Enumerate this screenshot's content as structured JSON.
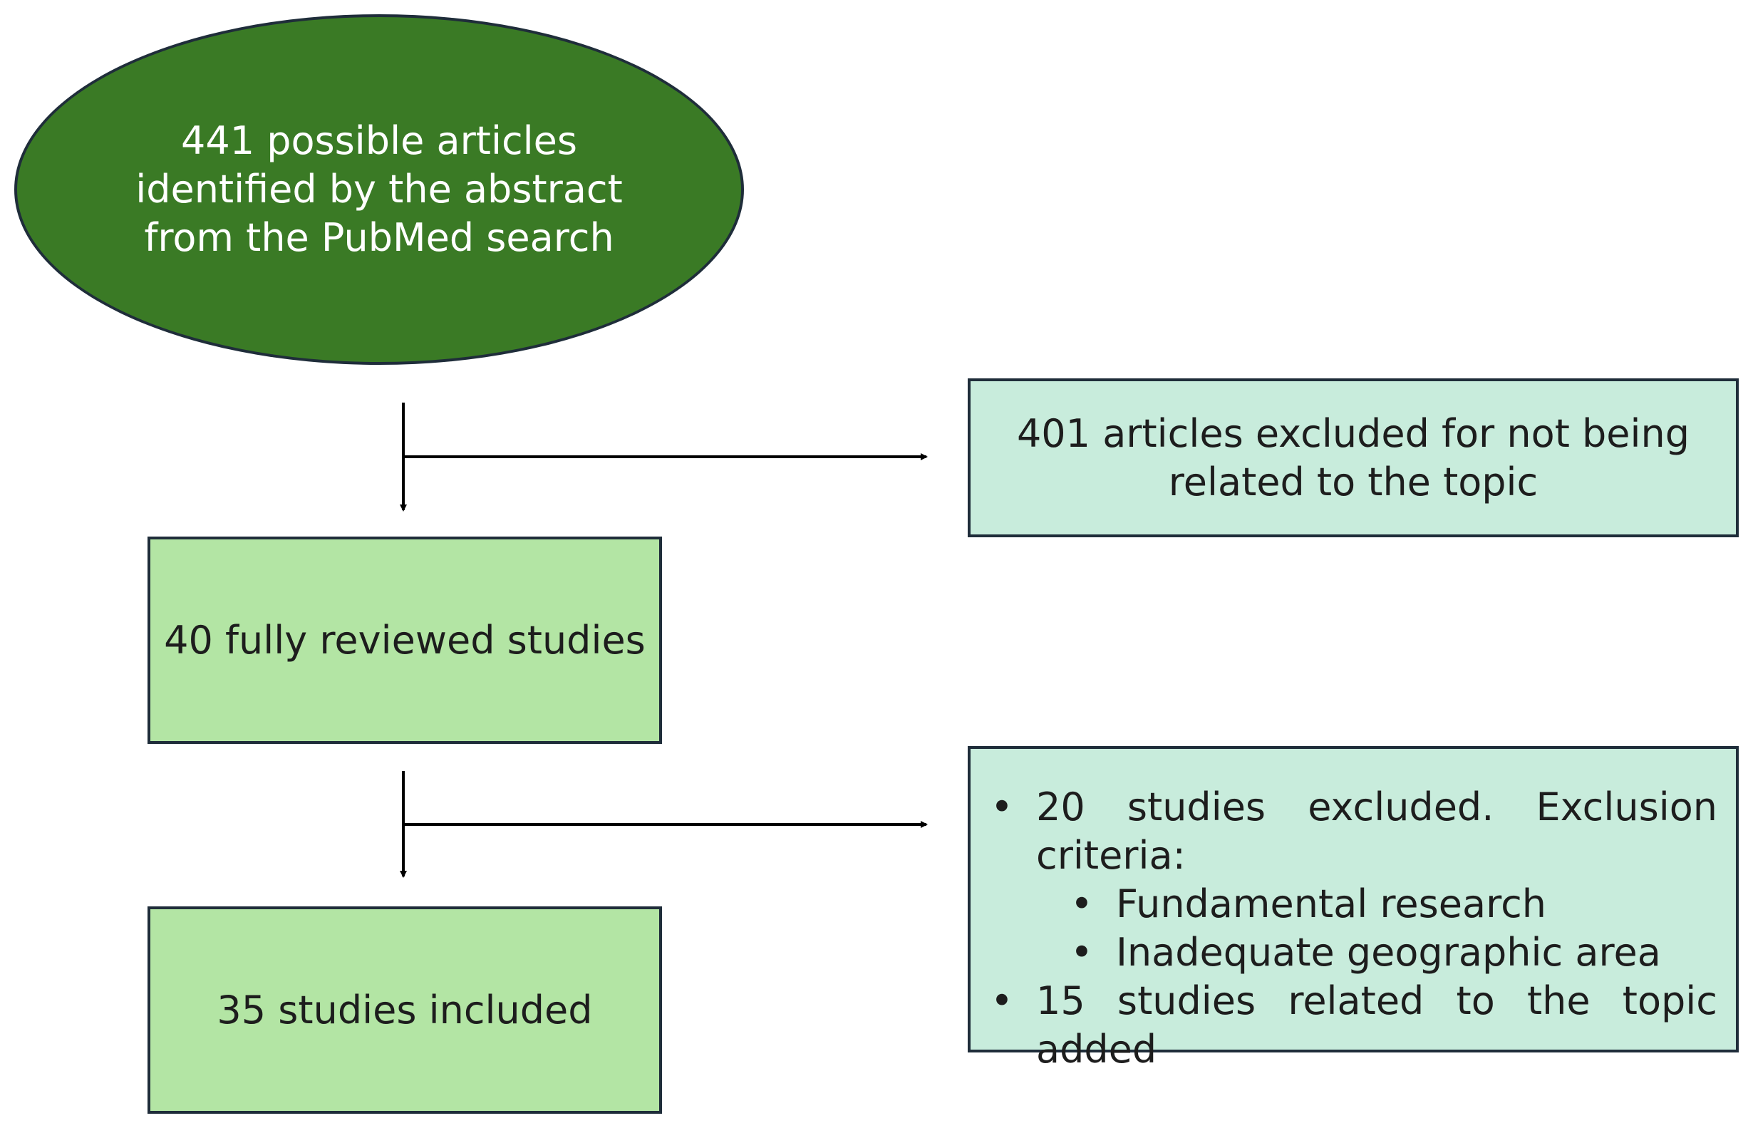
{
  "colors": {
    "ellipse_fill": "#3a7a25",
    "included_fill": "#b3e5a4",
    "excluded_fill": "#c8ecdc",
    "border": "#1f2d3a"
  },
  "nodes": {
    "identified": "441 possible articles identified by the abstract from the PubMed search",
    "excluded_topic": "401 articles excluded for not being related to the topic",
    "reviewed": "40 fully reviewed studies",
    "included": "35 studies included",
    "excluded_criteria": {
      "items": [
        {
          "bullet": "•",
          "text": "20 studies excluded. Exclusion criteria:",
          "sub_items": [
            {
              "bullet": "•",
              "text": "Fundamental research"
            },
            {
              "bullet": "•",
              "text": "Inadequate geographic area"
            }
          ]
        },
        {
          "bullet": "•",
          "text": "15 studies related to the topic added"
        }
      ]
    }
  }
}
